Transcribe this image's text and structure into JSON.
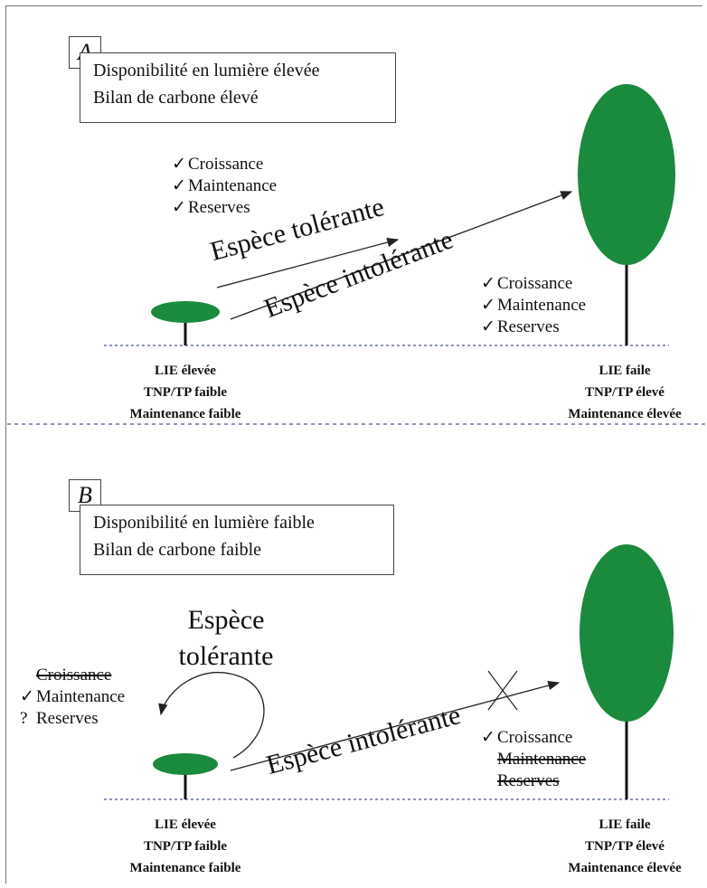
{
  "panel_a": {
    "letter": "A",
    "conditions": [
      "Disponibilité en lumière élevée",
      "Bilan de carbone élevé"
    ],
    "tolerant_checklist": [
      {
        "mark": "✓",
        "text": "Croissance",
        "struck": false
      },
      {
        "mark": "✓",
        "text": "Maintenance",
        "struck": false
      },
      {
        "mark": "✓",
        "text": "Reserves",
        "struck": false
      }
    ],
    "arrow_tolerant_label": "Espèce tolérante",
    "arrow_intolerant_label": "Espèce intolérante",
    "intolerant_checklist": [
      {
        "mark": "✓",
        "text": "Croissance",
        "struck": false
      },
      {
        "mark": "✓",
        "text": "Maintenance",
        "struck": false
      },
      {
        "mark": "✓",
        "text": "Reserves",
        "struck": false
      }
    ],
    "small_tree_labels": [
      "LIE élevée",
      "TNP/TP faible",
      "Maintenance faible"
    ],
    "large_tree_labels": [
      "LIE faile",
      "TNP/TP élevé",
      "Maintenance élevée"
    ]
  },
  "panel_b": {
    "letter": "B",
    "conditions": [
      "Disponibilité en lumière faible",
      "Bilan de carbone faible"
    ],
    "tolerant_title": [
      "Espèce",
      "tolérante"
    ],
    "tolerant_checklist": [
      {
        "mark": "",
        "text": "Croissance",
        "struck": true
      },
      {
        "mark": "✓",
        "text": "Maintenance",
        "struck": false
      },
      {
        "mark": "?",
        "text": "Reserves",
        "struck": false
      }
    ],
    "arrow_intolerant_label": "Espèce intolérante",
    "intolerant_checklist": [
      {
        "mark": "✓",
        "text": "Croissance",
        "struck": false
      },
      {
        "mark": "",
        "text": "Maintenance",
        "struck": true
      },
      {
        "mark": "",
        "text": "Reserves",
        "struck": true
      }
    ],
    "small_tree_labels": [
      "LIE élevée",
      "TNP/TP faible",
      "Maintenance faible"
    ],
    "large_tree_labels": [
      "LIE faile",
      "TNP/TP élevé",
      "Maintenance élevée"
    ]
  },
  "colors": {
    "tree_green": "#1a8a3c",
    "line": "#222222",
    "divider": "#4a5a8a"
  }
}
